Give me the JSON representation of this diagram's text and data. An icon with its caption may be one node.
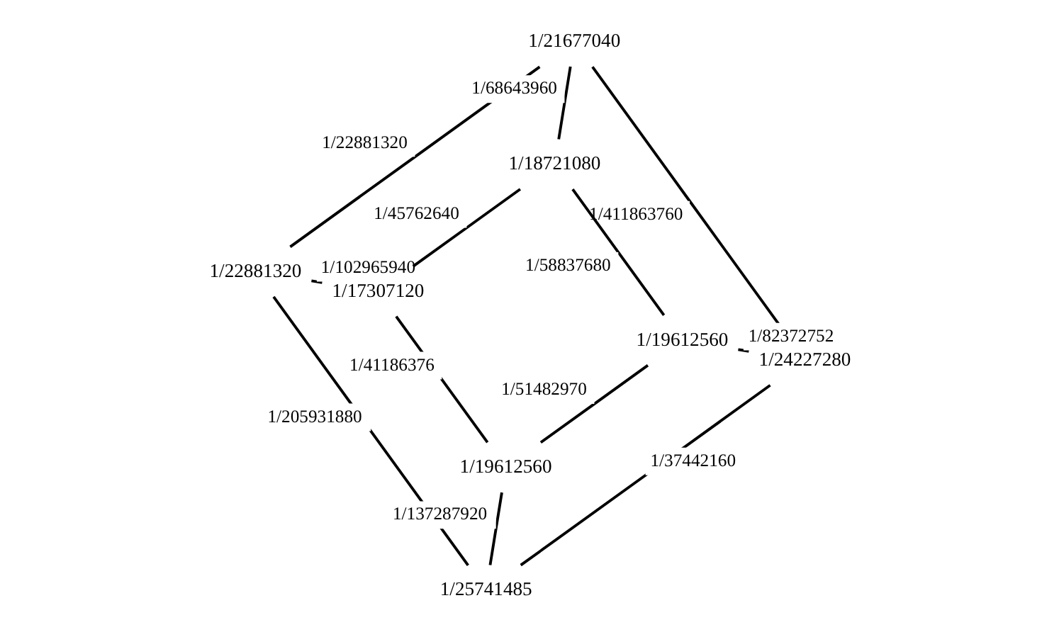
{
  "diagram": {
    "nodes": [
      {
        "text": [
          "1/21677040"
        ]
      },
      {
        "text": [
          "1/22881320"
        ]
      },
      {
        "text": [
          "1/18721080"
        ]
      },
      {
        "text": [
          "1/17307120"
        ]
      },
      {
        "text": [
          "1/19612560"
        ]
      },
      {
        "text": [
          "1/19612560"
        ]
      },
      {
        "text": [
          "1/24227280"
        ]
      },
      {
        "text": [
          "1/25741485"
        ]
      }
    ],
    "edges": [
      {
        "from": 0,
        "to": 1,
        "arrow": "none",
        "label": "1/22881320"
      },
      {
        "from": 0,
        "to": 2,
        "arrow": "none",
        "label": "1/68643960"
      },
      {
        "from": 1,
        "to": 3,
        "arrow": "none",
        "label": "1/102965940"
      },
      {
        "from": 2,
        "to": 3,
        "arrow": "none",
        "label": "1/45762640"
      },
      {
        "from": 0,
        "to": 6,
        "arrow": "none",
        "label": "1/411863760"
      },
      {
        "from": 2,
        "to": 4,
        "arrow": "none",
        "label": "1/58837680"
      },
      {
        "from": 3,
        "to": 5,
        "arrow": "none",
        "label": "1/41186376"
      },
      {
        "from": 1,
        "to": 7,
        "arrow": "none",
        "label": "1/205931880"
      },
      {
        "from": 4,
        "to": 5,
        "arrow": "none",
        "label": "1/51482970"
      },
      {
        "from": 4,
        "to": 6,
        "arrow": "none",
        "label": "1/82372752"
      },
      {
        "from": 5,
        "to": 7,
        "arrow": "none",
        "label": "1/137287920"
      },
      {
        "from": 6,
        "to": 7,
        "arrow": "none",
        "label": "1/37442160"
      }
    ]
  }
}
